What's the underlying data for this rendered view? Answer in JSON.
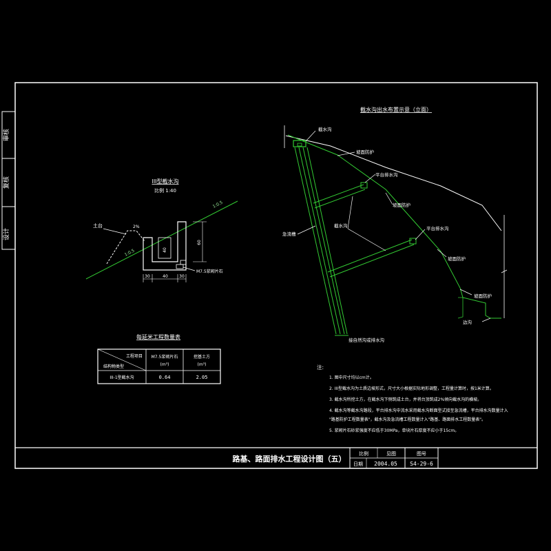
{
  "side_labels": [
    "审核",
    "复核",
    "设计"
  ],
  "section_detail": {
    "title": "III型截水沟",
    "scale": "比例 1:40",
    "label_soil_bank": "土台",
    "label_masonry": "M7.5浆砌片石",
    "dim_30_left": "30",
    "dim_40": "40",
    "dim_30_right": "30",
    "dim_depth": "40",
    "dim_height": "60",
    "slope_label_left": "1:0.5",
    "slope_label_right": "1:0.5"
  },
  "plan_view": {
    "title": "截水沟出水布置示意（立面）",
    "labels": {
      "intercept_ditch": "截水沟",
      "slope_protection_1": "坡面防护",
      "platform_ditch_1": "平台排水沟",
      "slope_protection_2": "坡面防护",
      "drain": "急流槽",
      "intercept_ditch_2": "截水沟",
      "platform_ditch_2": "平台排水沟",
      "slope_protection_3": "坡面防护",
      "slope_protection_4": "坡面防护",
      "side_ditch": "边沟",
      "bottom_label": "接自然沟或排水沟",
      "drain_left": "急流槽"
    }
  },
  "quantity_table": {
    "title": "每延米工程数量表",
    "header_item": "工程项目",
    "header_struct": "结构物类型",
    "col1": "M7.5浆砌片石",
    "col1_unit": "(m³)",
    "col2": "挖基土方",
    "col2_unit": "(m³)",
    "rows": [
      {
        "type": "III-1型截水沟",
        "v1": "0.64",
        "v2": "2.05"
      }
    ]
  },
  "notes": {
    "heading": "注:",
    "items": [
      "1. 图中尺寸均以cm计。",
      "2. III型截水沟为土质边坡形式，尺寸大小根据实际地形调整，工程量计算时，按1米计算。",
      "3. 截水沟所挖土方，在截水沟下侧筑成土台，并将台顶筑成2%倾向截水沟的横坡。",
      "4. 截水沟等截水沟路段，平台排水沟中流水采用截水沟断面型式接至急流槽，平台排水沟数量计入",
      "   \"路基防护工程数量表\"，截水沟及急流槽工程数量计入\"路基、路面排水工程数量表\"。",
      "5. 浆砌片石砂浆强度不应低于30MPa，单块片石厚度不应小于15cm。"
    ]
  },
  "title_block": {
    "main_title": "路基、路面排水工程设计图（五）",
    "scale_label": "比例",
    "scale_value": "见图",
    "date_label": "日期",
    "date_value": "2004.05",
    "drawing_no_label": "图号",
    "drawing_no_value": "S4-29-6"
  },
  "colors": {
    "line_white": "#ffffff",
    "line_green": "#33cc33",
    "text_green": "#9cf09c"
  }
}
